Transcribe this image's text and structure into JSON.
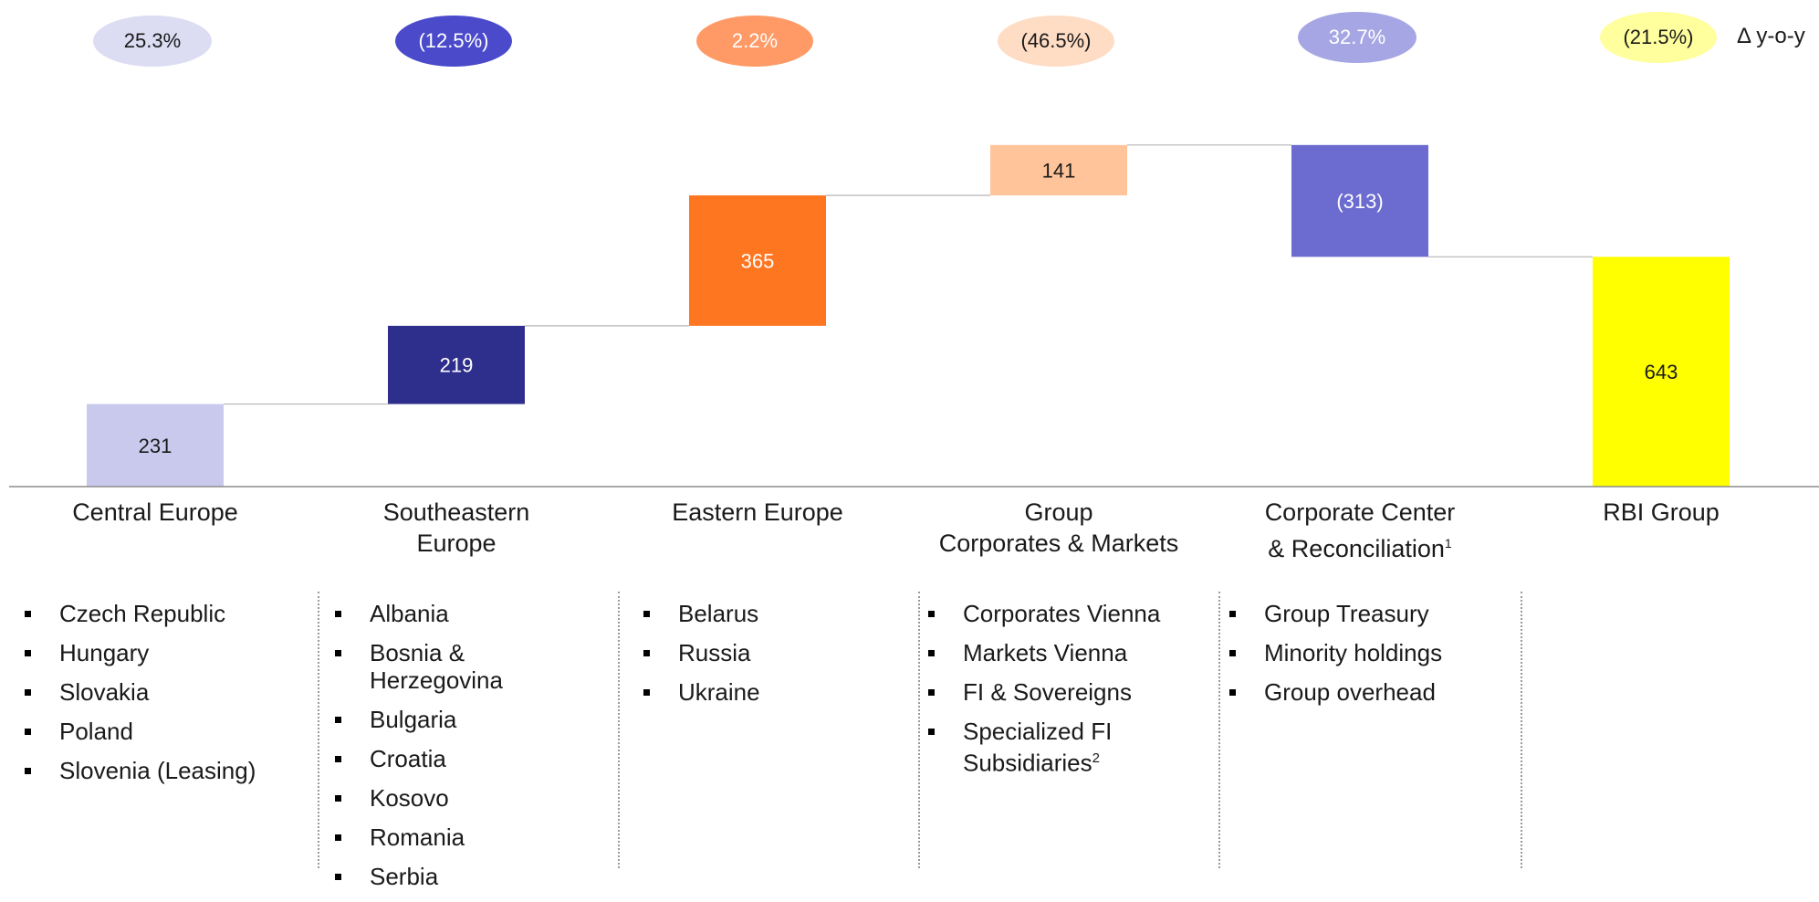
{
  "chart_data": {
    "type": "waterfall",
    "categories": [
      "Central Europe",
      "Southeastern Europe",
      "Eastern Europe",
      "Group Corporates & Markets",
      "Corporate Center & Reconciliation",
      "RBI Group"
    ],
    "values": [
      231,
      219,
      365,
      141,
      -313,
      643
    ],
    "value_labels": [
      "231",
      "219",
      "365",
      "141",
      "(313)",
      "643"
    ],
    "bar_kinds": [
      "increase",
      "increase",
      "increase",
      "increase",
      "decrease",
      "total"
    ],
    "colors": [
      "#c9c9ed",
      "#2e2e8c",
      "#ff7620",
      "#ffc49a",
      "#6b6bd0",
      "#ffff00"
    ],
    "label_colors": [
      "#1a1a1a",
      "#ffffff",
      "#ffffff",
      "#1a1a1a",
      "#ffffff",
      "#1a1a1a"
    ],
    "ylim": [
      0,
      1000
    ]
  },
  "yoy": {
    "legend": "Δ y-o-y",
    "items": [
      {
        "value": "25.3%",
        "color": "#dcdcf3",
        "text_color": "#1a1a1a"
      },
      {
        "value": "(12.5%)",
        "color": "#4a4acb",
        "text_color": "#ffffff"
      },
      {
        "value": "2.2%",
        "color": "#ff9a66",
        "text_color": "#ffffff"
      },
      {
        "value": "(46.5%)",
        "color": "#ffdcc4",
        "text_color": "#1a1a1a"
      },
      {
        "value": "32.7%",
        "color": "#a6a6e4",
        "text_color": "#ffffff"
      },
      {
        "value": "(21.5%)",
        "color": "#ffff9e",
        "text_color": "#1a1a1a"
      }
    ]
  },
  "segments": [
    {
      "line1": "Central Europe",
      "line2": "",
      "sup": "",
      "items": [
        {
          "text": "Czech Republic"
        },
        {
          "text": "Hungary"
        },
        {
          "text": "Slovakia"
        },
        {
          "text": "Poland"
        },
        {
          "text": "Slovenia (Leasing)"
        }
      ]
    },
    {
      "line1": "Southeastern",
      "line2": "Europe",
      "sup": "",
      "items": [
        {
          "text": "Albania"
        },
        {
          "text": "Bosnia & Herzegovina"
        },
        {
          "text": "Bulgaria"
        },
        {
          "text": "Croatia"
        },
        {
          "text": "Kosovo"
        },
        {
          "text": "Romania"
        },
        {
          "text": "Serbia"
        }
      ]
    },
    {
      "line1": "Eastern Europe",
      "line2": "",
      "sup": "",
      "items": [
        {
          "text": "Belarus"
        },
        {
          "text": "Russia"
        },
        {
          "text": "Ukraine"
        }
      ]
    },
    {
      "line1": "Group",
      "line2": "Corporates & Markets",
      "sup": "",
      "items": [
        {
          "text": "Corporates Vienna"
        },
        {
          "text": "Markets Vienna"
        },
        {
          "text": "FI & Sovereigns"
        },
        {
          "text": "Specialized FI Subsidiaries",
          "sup": "2"
        }
      ]
    },
    {
      "line1": "Corporate Center",
      "line2": "& Reconciliation",
      "sup": "1",
      "items": [
        {
          "text": "Group Treasury"
        },
        {
          "text": "Minority holdings"
        },
        {
          "text": "Group overhead"
        }
      ]
    },
    {
      "line1": "RBI Group",
      "line2": "",
      "sup": "",
      "items": []
    }
  ]
}
